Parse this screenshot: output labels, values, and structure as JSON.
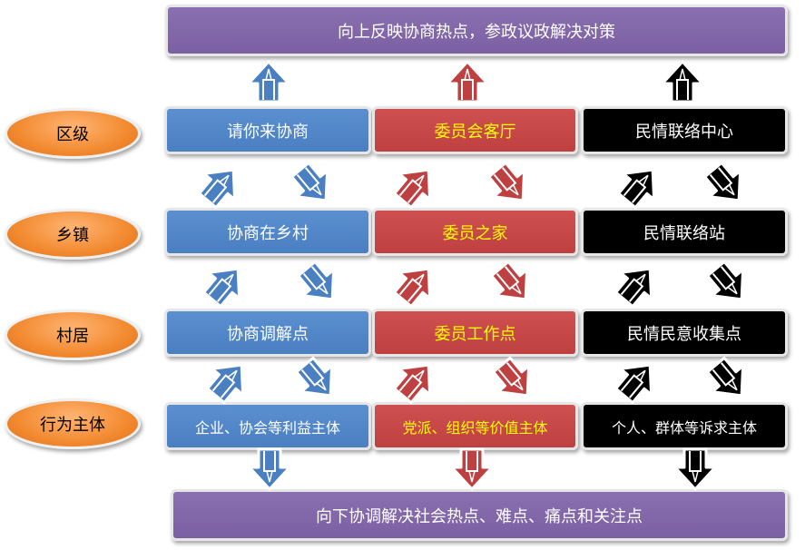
{
  "top_banner": "向上反映协商热点，参政议政解决对策",
  "bottom_banner": "向下协调解决社会热点、难点、痛点和关注点",
  "levels": [
    "区级",
    "乡镇",
    "村居",
    "行为主体"
  ],
  "columns": [
    {
      "color": "#4a7fc1",
      "text_color": "#ffffff",
      "items": [
        "请你来协商",
        "协商在乡村",
        "协商调解点",
        "企业、协会等利益主体"
      ]
    },
    {
      "color": "#bf4040",
      "text_color": "#ffff00",
      "items": [
        "委员会客厅",
        "委员之家",
        "委员工作点",
        "党派、组织等价值主体"
      ]
    },
    {
      "color": "#000000",
      "text_color": "#ffffff",
      "items": [
        "民情联络中心",
        "民情联络站",
        "民情民意收集点",
        "个人、群体等诉求主体"
      ]
    }
  ],
  "banner_color": "#7b5fa3",
  "oval_color": "#f28a30"
}
